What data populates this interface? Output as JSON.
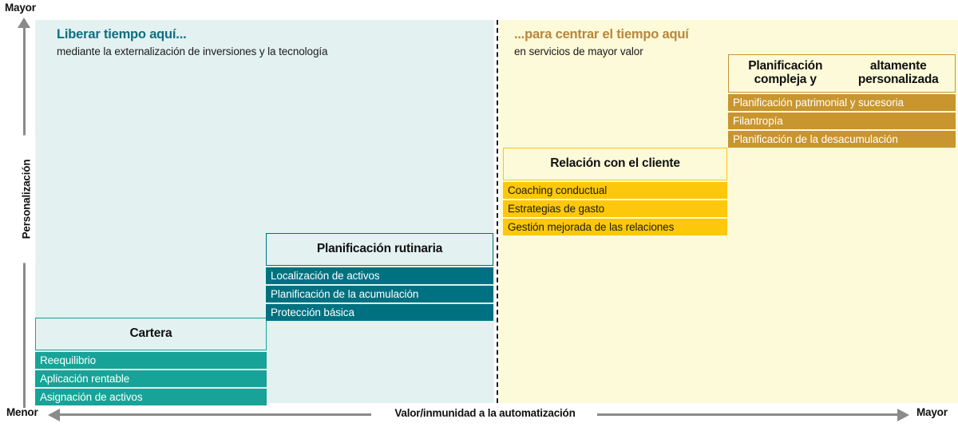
{
  "axes": {
    "y_top_label": "Mayor",
    "y_title": "Personalización",
    "x_left_label": "Menor",
    "x_title": "Valor/inmunidad a la automatización",
    "x_right_label": "Mayor"
  },
  "panels": {
    "left": {
      "heading": "Liberar tiempo aquí...",
      "subheading": "mediante la externalización de inversiones y la tecnología",
      "bg_color": "#e3f2f1",
      "accent_color": "#0f6e82"
    },
    "right": {
      "heading": "...para centrar el tiempo aquí",
      "subheading": "en servicios de mayor valor",
      "bg_color": "#fdfad9",
      "accent_color": "#b8873a"
    }
  },
  "groups": [
    {
      "id": "cartera",
      "title": "Cartera",
      "bar_color": "#17a398",
      "text_color": "#ffffff",
      "items": [
        "Reequilibrio",
        "Aplicación rentable",
        "Asignación de activos"
      ]
    },
    {
      "id": "rutinaria",
      "title": "Planificación rutinaria",
      "bar_color": "#007180",
      "text_color": "#ffffff",
      "items": [
        "Localización de activos",
        "Planificación de la acumulación",
        "Protección básica"
      ]
    },
    {
      "id": "relacion",
      "title": "Relación con el cliente",
      "bar_color": "#fdc70c",
      "text_color": "#1b1b1b",
      "items": [
        "Coaching conductual",
        "Estrategias de gasto",
        "Gestión mejorada de las relaciones"
      ]
    },
    {
      "id": "compleja",
      "title_line1": "Planificación compleja y",
      "title_line2": "altamente personalizada",
      "bar_color": "#c8952e",
      "text_color": "#ffffff",
      "items": [
        "Planificación patrimonial y sucesoria",
        "Filantropía",
        "Planificación de la desacumulación"
      ]
    }
  ]
}
